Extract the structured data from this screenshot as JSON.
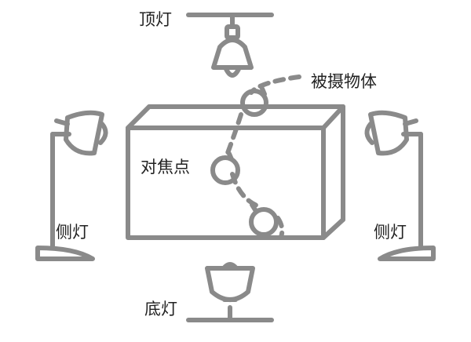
{
  "labels": {
    "top_light": "顶灯",
    "subject": "被摄物体",
    "focus_point": "对焦点",
    "side_light_left": "侧灯",
    "side_light_right": "侧灯",
    "bottom_light": "底灯"
  },
  "colors": {
    "stroke": "#8a8a8a",
    "text": "#222222",
    "background": "#ffffff"
  }
}
